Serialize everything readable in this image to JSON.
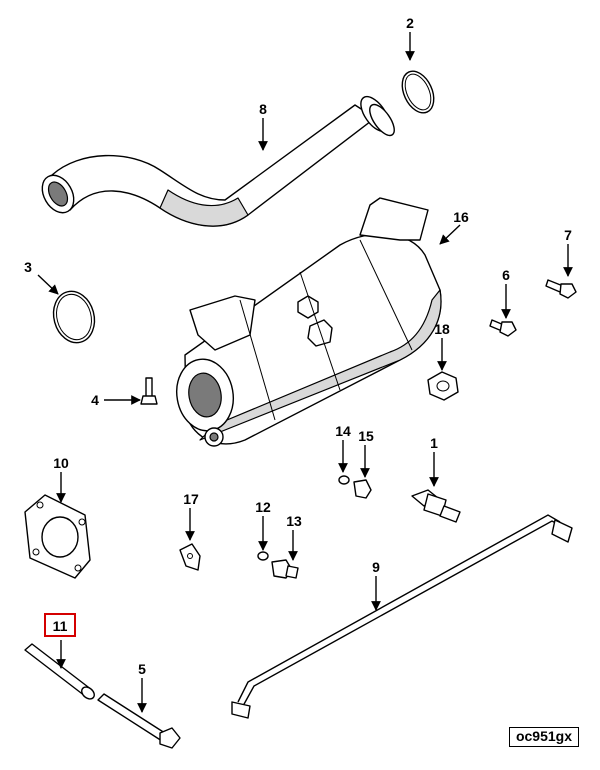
{
  "diagram_ref": "oc951gx",
  "highlight_color": "#d40000",
  "callouts": {
    "c1": "1",
    "c2": "2",
    "c3": "3",
    "c4": "4",
    "c5": "5",
    "c6": "6",
    "c7": "7",
    "c8": "8",
    "c9": "9",
    "c10": "10",
    "c11": "11",
    "c12": "12",
    "c13": "13",
    "c14": "14",
    "c15": "15",
    "c16": "16",
    "c17": "17",
    "c18": "18"
  },
  "highlighted_callout": "11"
}
